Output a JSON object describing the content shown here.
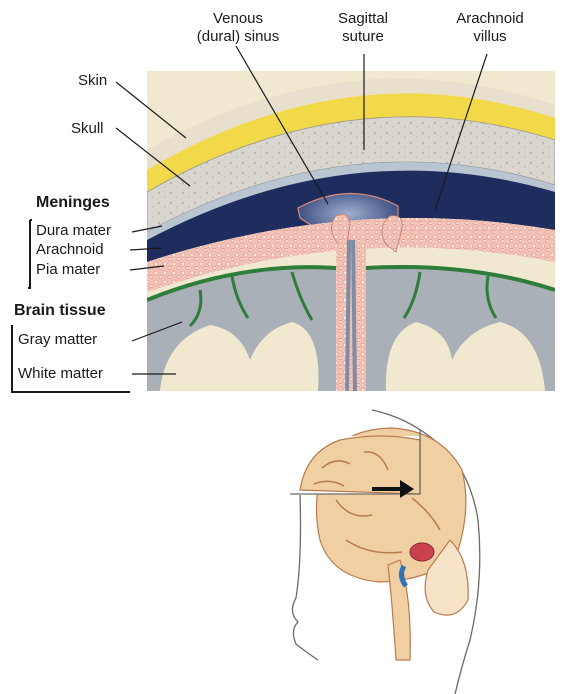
{
  "labels": {
    "venous_sinus": [
      "Venous",
      "(dural) sinus"
    ],
    "sagittal_suture": [
      "Sagittal",
      "suture"
    ],
    "arachnoid_villus": [
      "Arachnoid",
      "villus"
    ],
    "skin": "Skin",
    "skull": "Skull",
    "meninges": "Meninges",
    "dura_mater": "Dura mater",
    "arachnoid": "Arachnoid",
    "pia_mater": "Pia mater",
    "brain_tissue": "Brain tissue",
    "gray_matter": "Gray matter",
    "white_matter": "White matter"
  },
  "colors": {
    "skin": "#f2d94a",
    "skull": "#d9d6cf",
    "dura_mater": "#b9c6d2",
    "venous_blood": "#1e2d5e",
    "arachnoid": "#f0b9ad",
    "pia_mater": "#2e7d3a",
    "gray_matter": "#a9b0b7",
    "white_matter": "#f1e9cf"
  }
}
